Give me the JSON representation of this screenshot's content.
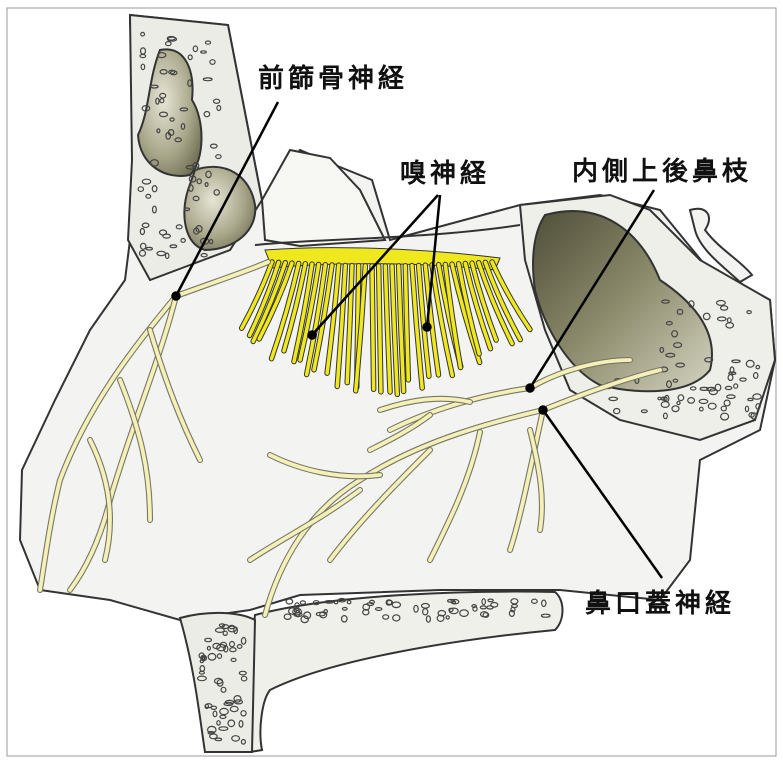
{
  "labels": {
    "anterior_ethmoidal_nerve": "前篩骨神経",
    "olfactory_nerve": "嗅神経",
    "medial_superior_posterior_nasal_branch": "内側上後鼻枝",
    "nasopalatine_nerve": "鼻口蓋神経"
  },
  "colors": {
    "background": "#ffffff",
    "outline": "#333333",
    "bone_fill": "#f3f3f1",
    "sinus_dark": "#6f6e52",
    "sinus_light": "#d9d8c8",
    "nerve_fill": "#f5f0b8",
    "olfactory_fill": "#f0e81e",
    "leader_line": "#000000"
  }
}
